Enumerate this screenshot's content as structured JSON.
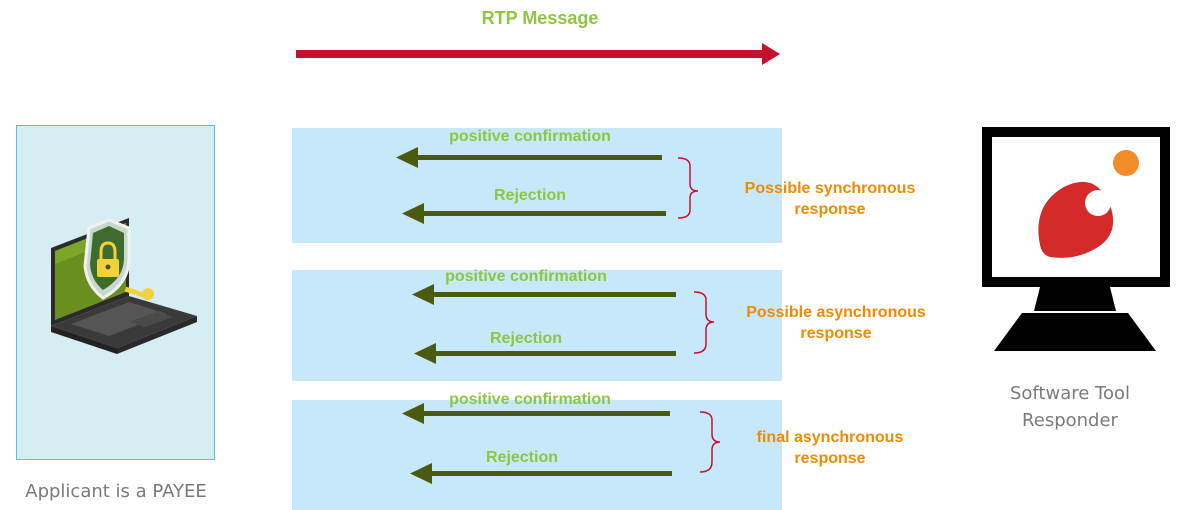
{
  "header": {
    "message_label": "RTP Message"
  },
  "applicant": {
    "caption": "Applicant is a PAYEE",
    "icon": "laptop-lock-icon"
  },
  "responder": {
    "caption_line1": "Software Tool",
    "caption_line2": "Responder",
    "icon": "monitor-logo-icon"
  },
  "groups": [
    {
      "positive_label": "positive confirmation",
      "rejection_label": "Rejection",
      "description_line1": "Possible synchronous",
      "description_line2": "response"
    },
    {
      "positive_label": "positive confirmation",
      "rejection_label": "Rejection",
      "description_line1": "Possible asynchronous",
      "description_line2": "response"
    },
    {
      "positive_label": "positive confirmation",
      "rejection_label": "Rejection",
      "description_line1": "final asynchronous",
      "description_line2": "response"
    }
  ],
  "colors": {
    "request_arrow": "#c8102e",
    "response_arrow": "#4a5a10",
    "green_text": "#8dc63f",
    "orange_text": "#f08a00",
    "brace": "#c8102e",
    "band": "#c6e8fa"
  }
}
